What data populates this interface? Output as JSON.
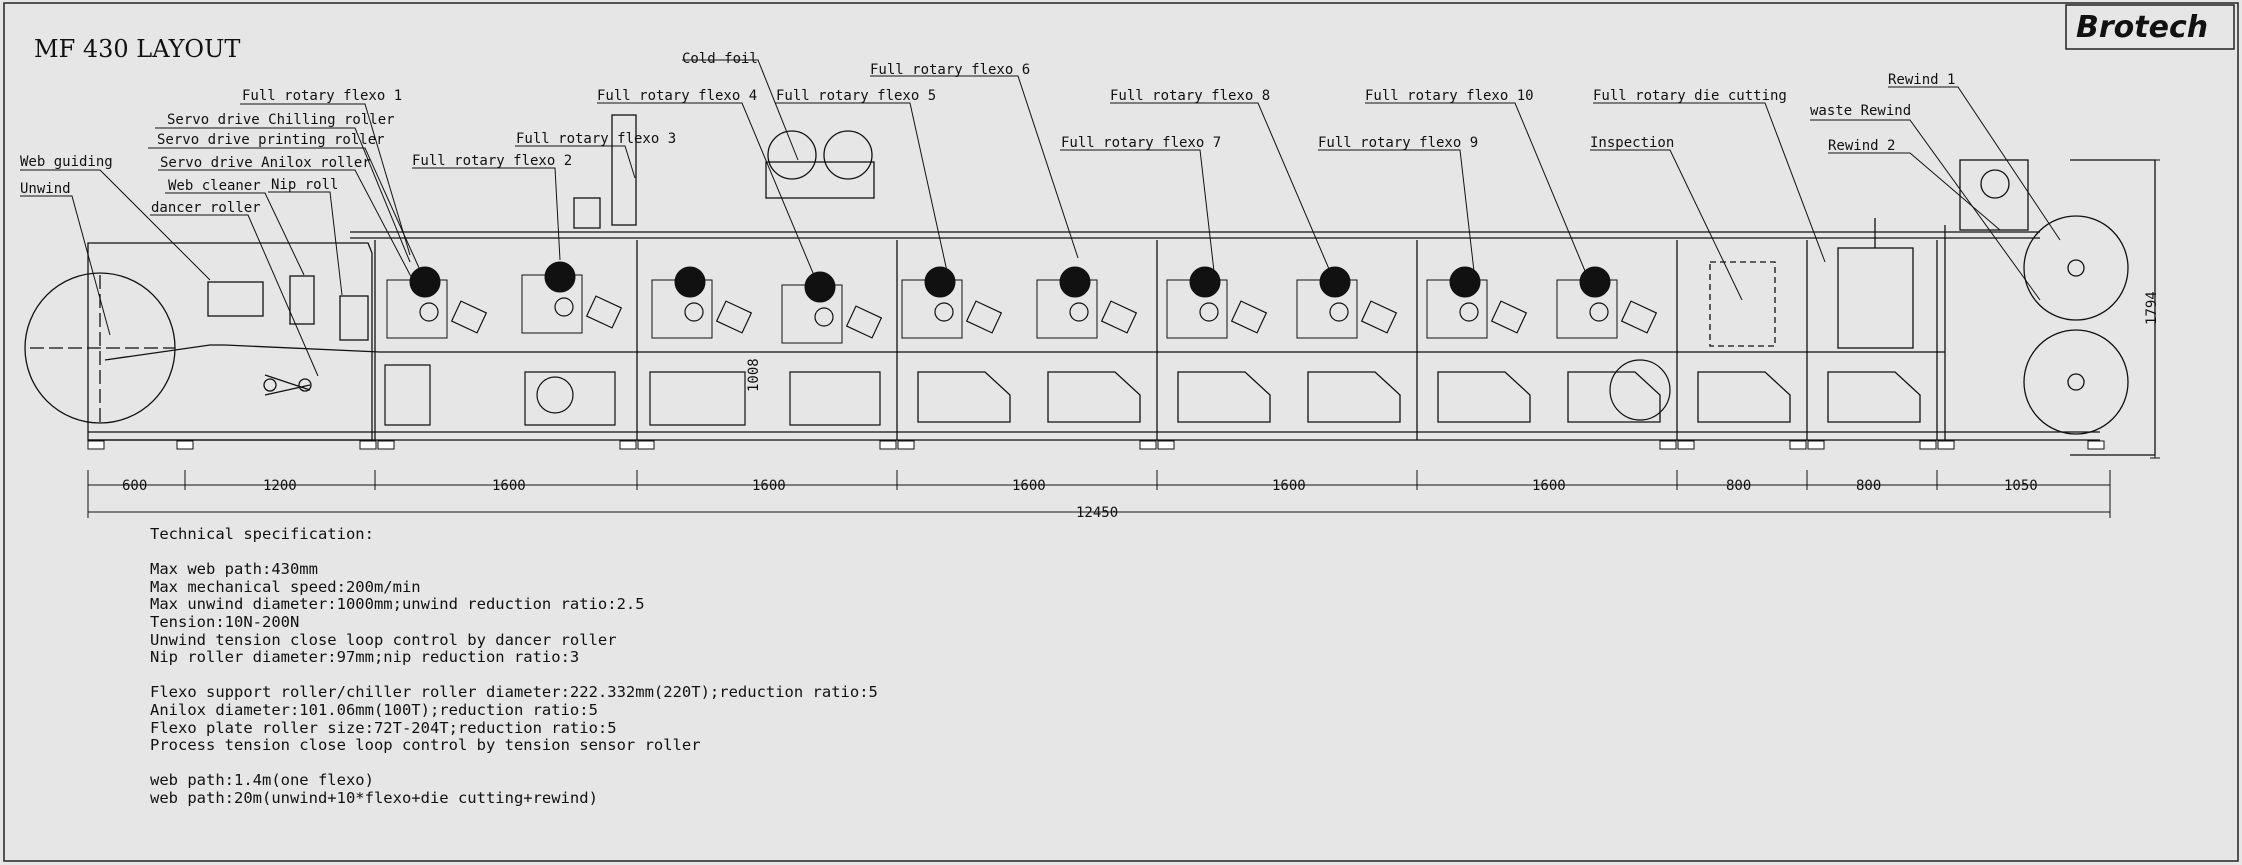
{
  "title": "MF 430 LAYOUT",
  "brand": "Brotech",
  "labels": {
    "web_guiding": "Web guiding",
    "unwind": "Unwind",
    "servo_chilling": "Servo drive Chilling roller",
    "servo_printing": "Servo drive printing roller",
    "servo_anilox": "Servo drive Anilox roller",
    "web_cleaner": "Web cleaner",
    "nip_roll": "Nip roll",
    "dancer_roller": "dancer roller",
    "flexo_1": "Full rotary flexo 1",
    "flexo_2": "Full rotary flexo 2",
    "flexo_3": "Full rotary flexo 3",
    "flexo_4": "Full rotary flexo 4",
    "cold_foil": "Cold foil",
    "flexo_5": "Full rotary flexo 5",
    "flexo_6": "Full rotary flexo 6",
    "flexo_7": "Full rotary flexo 7",
    "flexo_8": "Full rotary flexo 8",
    "flexo_9": "Full rotary flexo 9",
    "flexo_10": "Full rotary flexo 10",
    "die_cutting": "Full rotary die cutting",
    "inspection": "Inspection",
    "rewind_1": "Rewind 1",
    "waste_rewind": "waste Rewind",
    "rewind_2": "Rewind 2"
  },
  "dimensions": {
    "d_600": "600",
    "d_1200": "1200",
    "d_1600_a": "1600",
    "d_1600_b": "1600",
    "d_1600_c": "1600",
    "d_1600_d": "1600",
    "d_1600_e": "1600",
    "d_800_a": "800",
    "d_800_b": "800",
    "d_1050": "1050",
    "total_length": "12450",
    "height": "1794",
    "local": "1008"
  },
  "spec": {
    "heading": "Technical specification:",
    "group1": [
      "Max web path:430mm",
      "Max mechanical speed:200m/min",
      "Max unwind diameter:1000mm;unwind reduction ratio:2.5",
      "Tension:10N-200N",
      "Unwind tension close loop control by dancer roller",
      "Nip roller diameter:97mm;nip reduction ratio:3"
    ],
    "group2": [
      "Flexo support roller/chiller roller diameter:222.332mm(220T);reduction ratio:5",
      "Anilox diameter:101.06mm(100T);reduction ratio:5",
      "Flexo plate roller size:72T-204T;reduction ratio:5",
      "Process tension close loop control by tension sensor roller"
    ],
    "group3": [
      "web path:1.4m(one flexo)",
      "web path:20m(unwind+10*flexo+die cutting+rewind)"
    ]
  }
}
